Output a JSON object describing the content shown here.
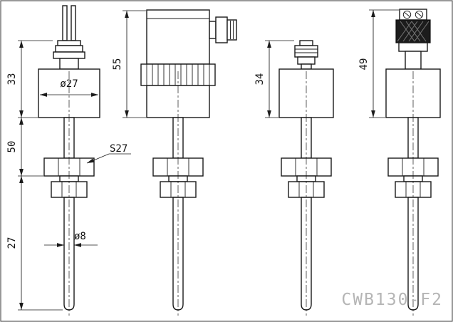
{
  "drawing": {
    "watermark": "CWB130-F2",
    "variant1": {
      "dim_head": "33",
      "dim_mid": "50",
      "dim_probe": "27",
      "label_body_diameter": "ø27",
      "label_wrench": "S27",
      "label_probe_diameter": "ø8"
    },
    "variant2": {
      "dim_head": "55"
    },
    "variant3": {
      "dim_head": "34"
    },
    "variant4": {
      "dim_head": "49"
    }
  }
}
